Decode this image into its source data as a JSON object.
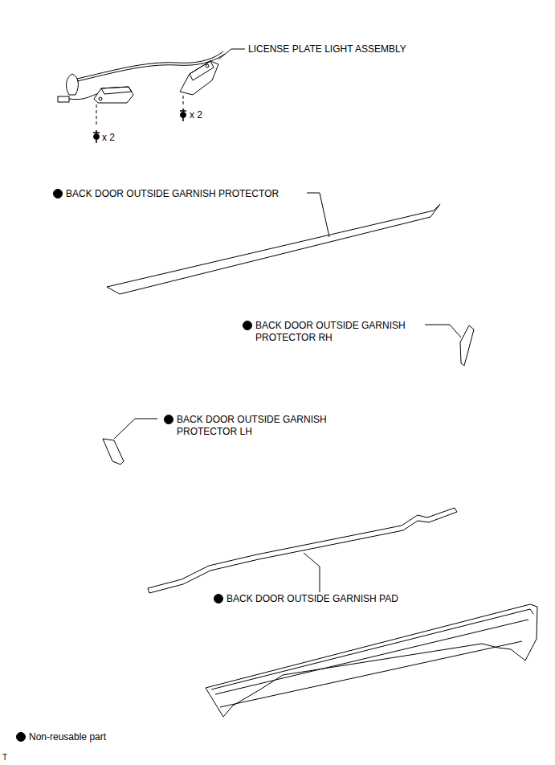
{
  "diagram": {
    "labels": [
      "LICENSE PLATE LIGHT ASSEMBLY",
      "x 2",
      "x 2",
      "BACK DOOR OUTSIDE GARNISH PROTECTOR",
      "BACK DOOR OUTSIDE GARNISH PROTECTOR RH",
      "BACK DOOR OUTSIDE GARNISH PROTECTOR LH",
      "BACK DOOR OUTSIDE GARNISH PAD",
      "T"
    ],
    "legend": [
      {
        "text": "Non-reusable part"
      }
    ]
  }
}
